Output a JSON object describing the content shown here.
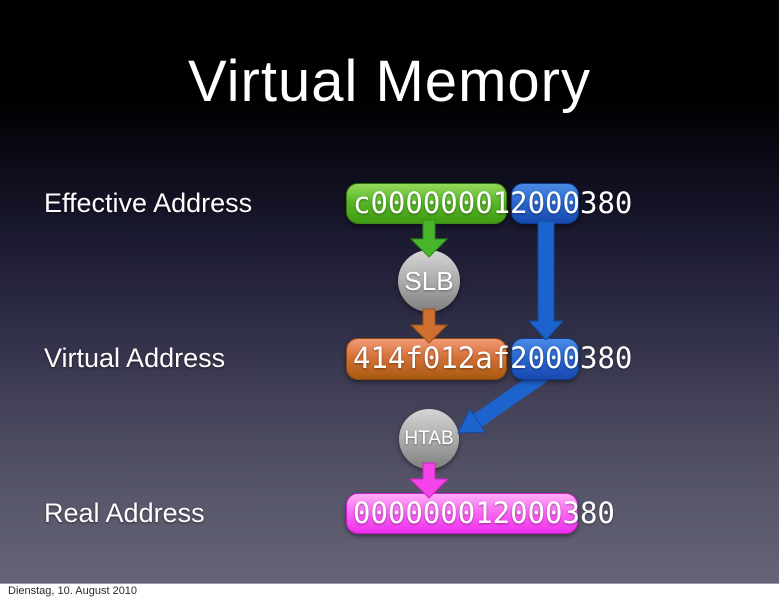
{
  "slide": {
    "title": "Virtual Memory",
    "footer_date": "Dienstag, 10. August 2010"
  },
  "rows": {
    "effective": {
      "label": "Effective Address",
      "seg_box1": "c00000001",
      "seg_box2": "2000",
      "seg_outside": "380"
    },
    "virtual": {
      "label": "Virtual Address",
      "seg_box1": "414f012af",
      "seg_box2": "2000",
      "seg_outside": "380"
    },
    "real": {
      "label": "Real Address",
      "seg_box1": "000000012000",
      "seg_box2": "",
      "seg_outside": "380"
    }
  },
  "nodes": {
    "slb": {
      "label": "SLB"
    },
    "htab": {
      "label": "HTAB"
    }
  },
  "colors": {
    "effective_segment_green": "#57b427",
    "page_segment_blue": "#2a66cf",
    "virtual_segment_orange": "#d5713a",
    "real_segment_pink": "#fa64f2",
    "node_gray": "#a8a8a8",
    "arrow_green": "#48b52b",
    "arrow_orange": "#cd6f2e",
    "arrow_blue": "#1d63ce",
    "arrow_magenta": "#f544ea",
    "background_top": "#000000",
    "background_bottom": "#656476"
  }
}
